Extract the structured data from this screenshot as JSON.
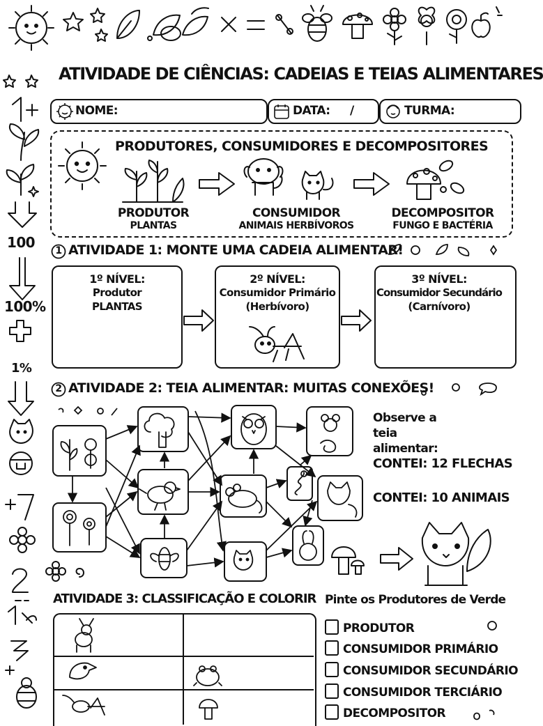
{
  "title": "ATIVIDADE DE CIÊNCIAS: CADEIAS E TEIAS ALIMENTARES",
  "header_fields": {
    "name": "NOME:",
    "date": "DATA:",
    "date_sep": "/",
    "class": "TURMA:"
  },
  "side_labels": [
    "100",
    "100%",
    "1%"
  ],
  "intro": {
    "heading": "PRODUTORES, CONSUMIDORES E DECOMPOSITORES",
    "items": [
      {
        "label": "PRODUTOR",
        "sub": "PLANTAS"
      },
      {
        "label": "CONSUMIDOR",
        "sub": "ANIMAIS HERBÍVOROS"
      },
      {
        "label": "DECOMPOSITOR",
        "sub": "FUNGO E BACTÉRIA"
      }
    ]
  },
  "activity1": {
    "number": "1",
    "title": "ATIVIDADE 1: MONTE UMA CADEIA ALIMENTAR!",
    "levels": [
      {
        "l1": "1º NÍVEL:",
        "l2": "Produtor",
        "l3": "PLANTAS"
      },
      {
        "l1": "2º NÍVEL:",
        "l2": "Consumidor Primário",
        "l3": "(Herbívoro)"
      },
      {
        "l1": "3º NÍVEL:",
        "l2": "Consumidor Secundário",
        "l3": "(Carnívoro)"
      }
    ]
  },
  "activity2": {
    "number": "2",
    "title": "ATIVIDADE 2: TEIA ALIMENTAR: MUITAS CONEXÕES!",
    "observe": "Observe a teia alimentar:",
    "count_arrows": "CONTEI: 12 FLECHAS",
    "count_animals": "CONTEI: 10 ANIMAIS",
    "icons": [
      "plant-icon",
      "flower-icon",
      "tree-icon",
      "bird-icon",
      "bee-icon",
      "owl-icon",
      "mouse-icon",
      "cat-icon",
      "snake-icon",
      "fox-icon",
      "rabbit-icon",
      "mushroom-icon"
    ]
  },
  "activity3": {
    "title": "ATIVIDADE 3: CLASSIFICAÇÃO E COLORIR",
    "instruction": "Pinte os Produtores de Verde",
    "options": [
      "PRODUTOR",
      "CONSUMIDOR PRIMÁRIO",
      "CONSUMIDOR SECUNDÁRIO",
      "CONSUMIDOR TERCIÁRIO",
      "DECOMPOSITOR"
    ],
    "grid_icons": [
      "deer-icon",
      "eagle-icon",
      "frog-icon",
      "grasshopper-icon",
      "mushroom-icon"
    ]
  }
}
